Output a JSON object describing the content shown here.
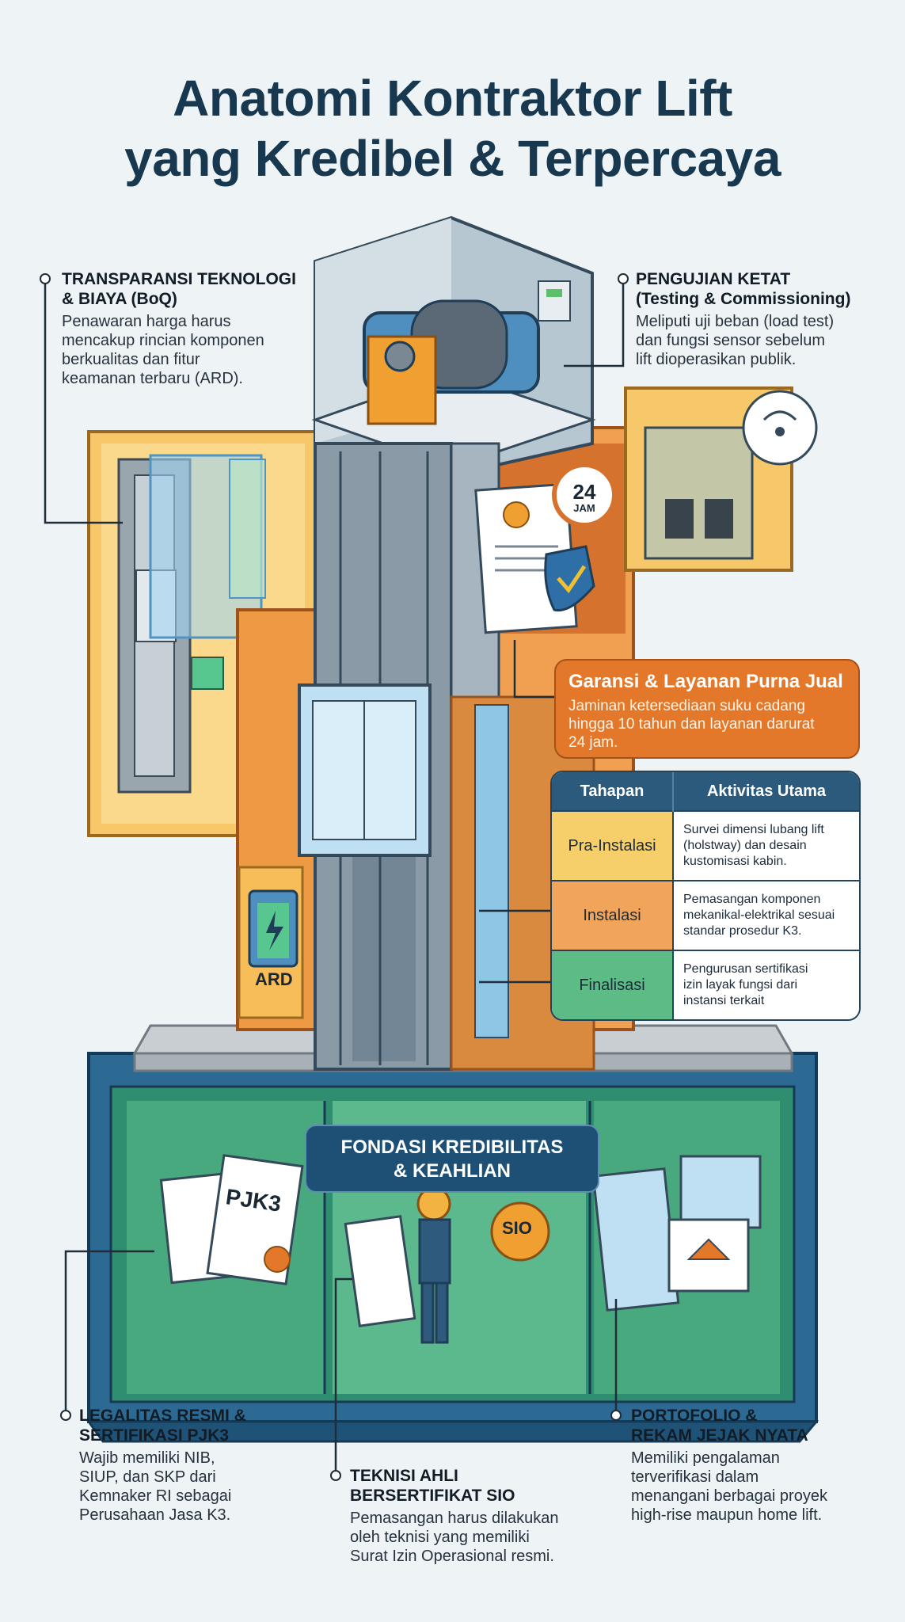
{
  "title": {
    "line1": "Anatomi Kontraktor Lift",
    "line2": "yang Kredibel & Terpercaya"
  },
  "callouts": {
    "transparansi": {
      "heading1": "TRANSPARANSI TEKNOLOGI",
      "heading2": "& BIAYA (BoQ)",
      "body": [
        "Penawaran harga harus",
        "mencakup rincian komponen",
        "berkualitas dan fitur",
        "keamanan terbaru (ARD)."
      ]
    },
    "pengujian": {
      "heading1": "PENGUJIAN KETAT",
      "heading2": "(Testing & Commissioning)",
      "body": [
        "Meliputi uji beban (load test)",
        "dan fungsi sensor sebelum",
        "lift dioperasikan publik."
      ]
    },
    "garansi": {
      "heading": "Garansi & Layanan Purna Jual",
      "body": [
        "Jaminan ketersediaan suku cadang",
        "hingga 10 tahun dan layanan darurat",
        "24 jam."
      ]
    },
    "legalitas": {
      "heading1": "LEGALITAS RESMI &",
      "heading2": "SERTIFIKASI PJK3",
      "body": [
        "Wajib memiliki NIB,",
        "SIUP, dan SKP dari",
        "Kemnaker RI sebagai",
        "Perusahaan Jasa K3."
      ]
    },
    "teknisi": {
      "heading1": "TEKNISI AHLI",
      "heading2": "BERSERTIFIKAT SIO",
      "body": [
        "Pemasangan harus dilakukan",
        "oleh teknisi yang memiliki",
        "Surat Izin Operasional resmi."
      ]
    },
    "portofolio": {
      "heading1": "PORTOFOLIO &",
      "heading2": "REKAM JEJAK NYATA",
      "body": [
        "Memiliki pengalaman",
        "terverifikasi dalam",
        "menangani berbagai proyek",
        "high-rise maupun home lift."
      ]
    }
  },
  "table": {
    "headers": [
      "Tahapan",
      "Aktivitas Utama"
    ],
    "rows": [
      {
        "stage": "Pra-Instalasi",
        "activity": [
          "Survei dimensi lubang lift",
          "(holstway) dan desain",
          "kustomisasi kabin."
        ],
        "color": "#f7cf6a"
      },
      {
        "stage": "Instalasi",
        "activity": [
          "Pemasangan komponen",
          "mekanikal-elektrikal sesuai",
          "standar prosedur K3."
        ],
        "color": "#f1a55a"
      },
      {
        "stage": "Finalisasi",
        "activity": [
          "Pengurusan sertifikasi",
          "izin layak fungsi dari",
          "instansi terkait"
        ],
        "color": "#5dbb86"
      }
    ]
  },
  "foundation_label": {
    "line1": "FONDASI KREDIBILITAS",
    "line2": "& KEAHLIAN"
  },
  "illustration_labels": {
    "ard": "ARD",
    "jam_number": "24",
    "jam_unit": "JAM",
    "pjk3": "PJK3",
    "sio": "SIO"
  },
  "colors": {
    "title": "#17384f",
    "orange": "#e4782a",
    "yellow": "#f6bd58",
    "blue_dark": "#1e4f74",
    "green": "#4fa77a",
    "background": "#eef3f6"
  }
}
